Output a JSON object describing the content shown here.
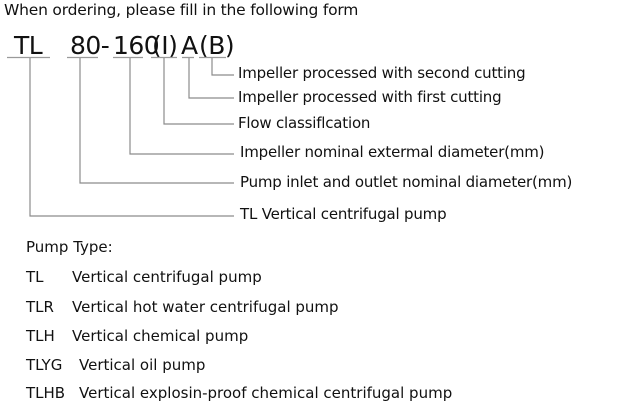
{
  "header": "When ordering, please fill in the following form",
  "model_code": {
    "segments": [
      {
        "id": "series",
        "text": "TL"
      },
      {
        "id": "inlet",
        "text": "80-"
      },
      {
        "id": "impeller",
        "text": "160"
      },
      {
        "id": "flow",
        "text": "(I)"
      },
      {
        "id": "first_cut",
        "text": "A"
      },
      {
        "id": "second_cut",
        "text": "(B)"
      }
    ]
  },
  "legend": [
    {
      "segment": "second_cut",
      "label": "Impeller processed with second cutting"
    },
    {
      "segment": "first_cut",
      "label": "Impeller processed with first cutting"
    },
    {
      "segment": "flow",
      "label": "Flow classiflcation"
    },
    {
      "segment": "impeller",
      "label": "Impeller nominal extermal diameter(mm)"
    },
    {
      "segment": "inlet",
      "label": "Pump inlet and outlet nominal diameter(mm)"
    },
    {
      "segment": "series",
      "label": "TL Vertical centrifugal pump"
    }
  ],
  "pump_types": {
    "title": "Pump  Type:",
    "items": [
      {
        "code": "TL",
        "desc": "Vertical centrifugal pump"
      },
      {
        "code": "TLR",
        "desc": "Vertical hot water centrifugal pump"
      },
      {
        "code": "TLH",
        "desc": "Vertical chemical pump"
      },
      {
        "code": "TLYG",
        "desc": "Vertical oil pump"
      },
      {
        "code": "TLHB",
        "desc": "Vertical explosin-proof chemical centrifugal pump"
      }
    ]
  }
}
